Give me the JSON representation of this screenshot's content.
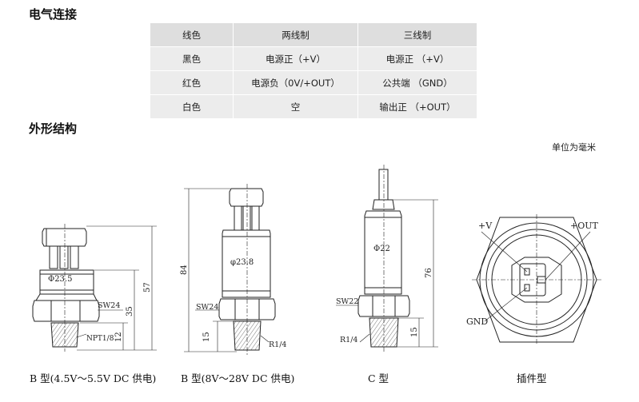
{
  "sections": {
    "electrical": "电气连接",
    "outline": "外形结构"
  },
  "wiring_table": {
    "headers": [
      "线色",
      "两线制",
      "三线制"
    ],
    "rows": [
      [
        "黑色",
        "电源正（+V）",
        "电源正 （+V）"
      ],
      [
        "红色",
        "电源负（0V/+OUT）",
        "公共端 （GND）"
      ],
      [
        "白色",
        "空",
        "输出正 （+OUT）"
      ]
    ]
  },
  "unit_note": "单位为毫米",
  "drawings": {
    "b_low": {
      "caption": "B 型(4.5V～5.5V DC 供电)",
      "dia": "Φ23.5",
      "sw": "SW24",
      "thread": "NPT1/8",
      "dim_total": "57",
      "dim_mid": "35",
      "dim_thread": "12"
    },
    "b_high": {
      "caption": "B 型(8V～28V DC 供电)",
      "dia": "φ23.8",
      "sw": "SW24",
      "thread": "R1/4",
      "dim_total": "84",
      "dim_thread": "15"
    },
    "c": {
      "caption": "C 型",
      "dia": "Φ22",
      "sw": "SW22",
      "thread": "R1/4",
      "dim_total": "76",
      "dim_thread": "15"
    },
    "plug": {
      "caption": "插件型",
      "pin_v": "+V",
      "pin_out": "+OUT",
      "pin_gnd": "GND"
    }
  }
}
